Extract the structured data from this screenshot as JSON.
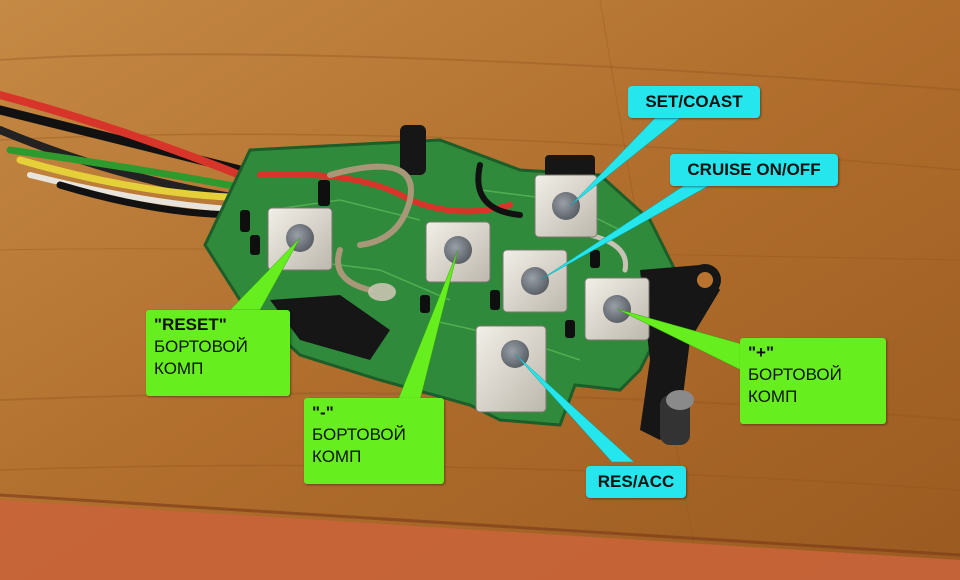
{
  "callouts": {
    "set_coast": "SET/COAST",
    "cruise_onoff": "CRUISE ON/OFF",
    "res_acc": "RES/ACC",
    "reset": {
      "line1": "\"RESET\"",
      "line2": "БОРТОВОЙ",
      "line3": "КОМП"
    },
    "minus": {
      "line1": "\"-\"",
      "line2": "БОРТОВОЙ",
      "line3": "КОМП"
    },
    "plus": {
      "line1": "\"+\"",
      "line2": "БОРТОВОЙ",
      "line3": "КОМП"
    }
  },
  "colors": {
    "wood": "#b8742e",
    "pcb": "#2f8a3c",
    "cyan_label": "#24e6ec",
    "green_label": "#66ee1e"
  }
}
